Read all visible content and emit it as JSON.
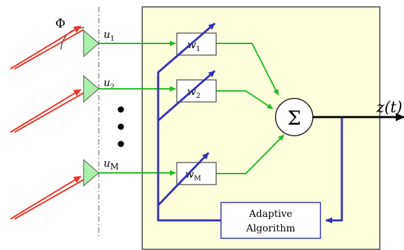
{
  "diagram": {
    "phi_label": "Φ",
    "inputs": [
      {
        "var": "u",
        "sub": "1"
      },
      {
        "var": "u",
        "sub": "2"
      },
      {
        "var": "u",
        "sub": "M"
      }
    ],
    "weights": [
      {
        "var": "w",
        "sub": "1"
      },
      {
        "var": "w",
        "sub": "2"
      },
      {
        "var": "w",
        "sub": "M"
      }
    ],
    "sum_symbol": "Σ",
    "output_label": "z(t)",
    "adaptive_block": {
      "line1": "Adaptive",
      "line2": "Algorithm"
    },
    "colors": {
      "panel_fill": "#ffffdd",
      "panel_stroke": "#444444",
      "signal": "#22bb22",
      "control": "#3333bb",
      "incoming_wave": "#ee3322",
      "antenna_fill": "#aaf0aa",
      "output": "#000000"
    }
  }
}
